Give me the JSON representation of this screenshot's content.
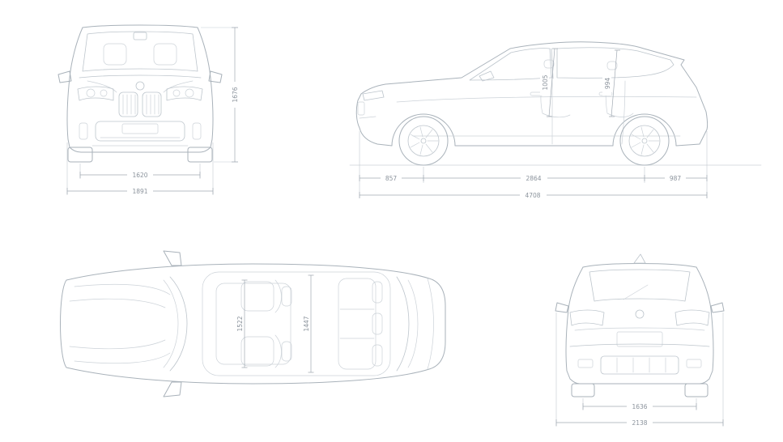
{
  "page": {
    "background": "#ffffff"
  },
  "colors": {
    "line": "#a9b2ba",
    "detail": "#bdc5cc",
    "dim": "#a2aab3",
    "text": "#8b939c"
  },
  "views": {
    "front": {
      "label": "front-view",
      "dims": {
        "track": "1620",
        "overall_width": "1891",
        "height": "1676"
      }
    },
    "side": {
      "label": "side-view",
      "dims": {
        "front_overhang": "857",
        "wheelbase": "2864",
        "rear_overhang": "987",
        "overall_length": "4708",
        "front_headroom": "1005",
        "rear_headroom": "994"
      }
    },
    "top": {
      "label": "top-view",
      "dims": {
        "front_interior_width": "1522",
        "rear_interior_width": "1447"
      }
    },
    "rear": {
      "label": "rear-view",
      "dims": {
        "track": "1636",
        "overall_width_mirrors": "2138"
      }
    }
  }
}
